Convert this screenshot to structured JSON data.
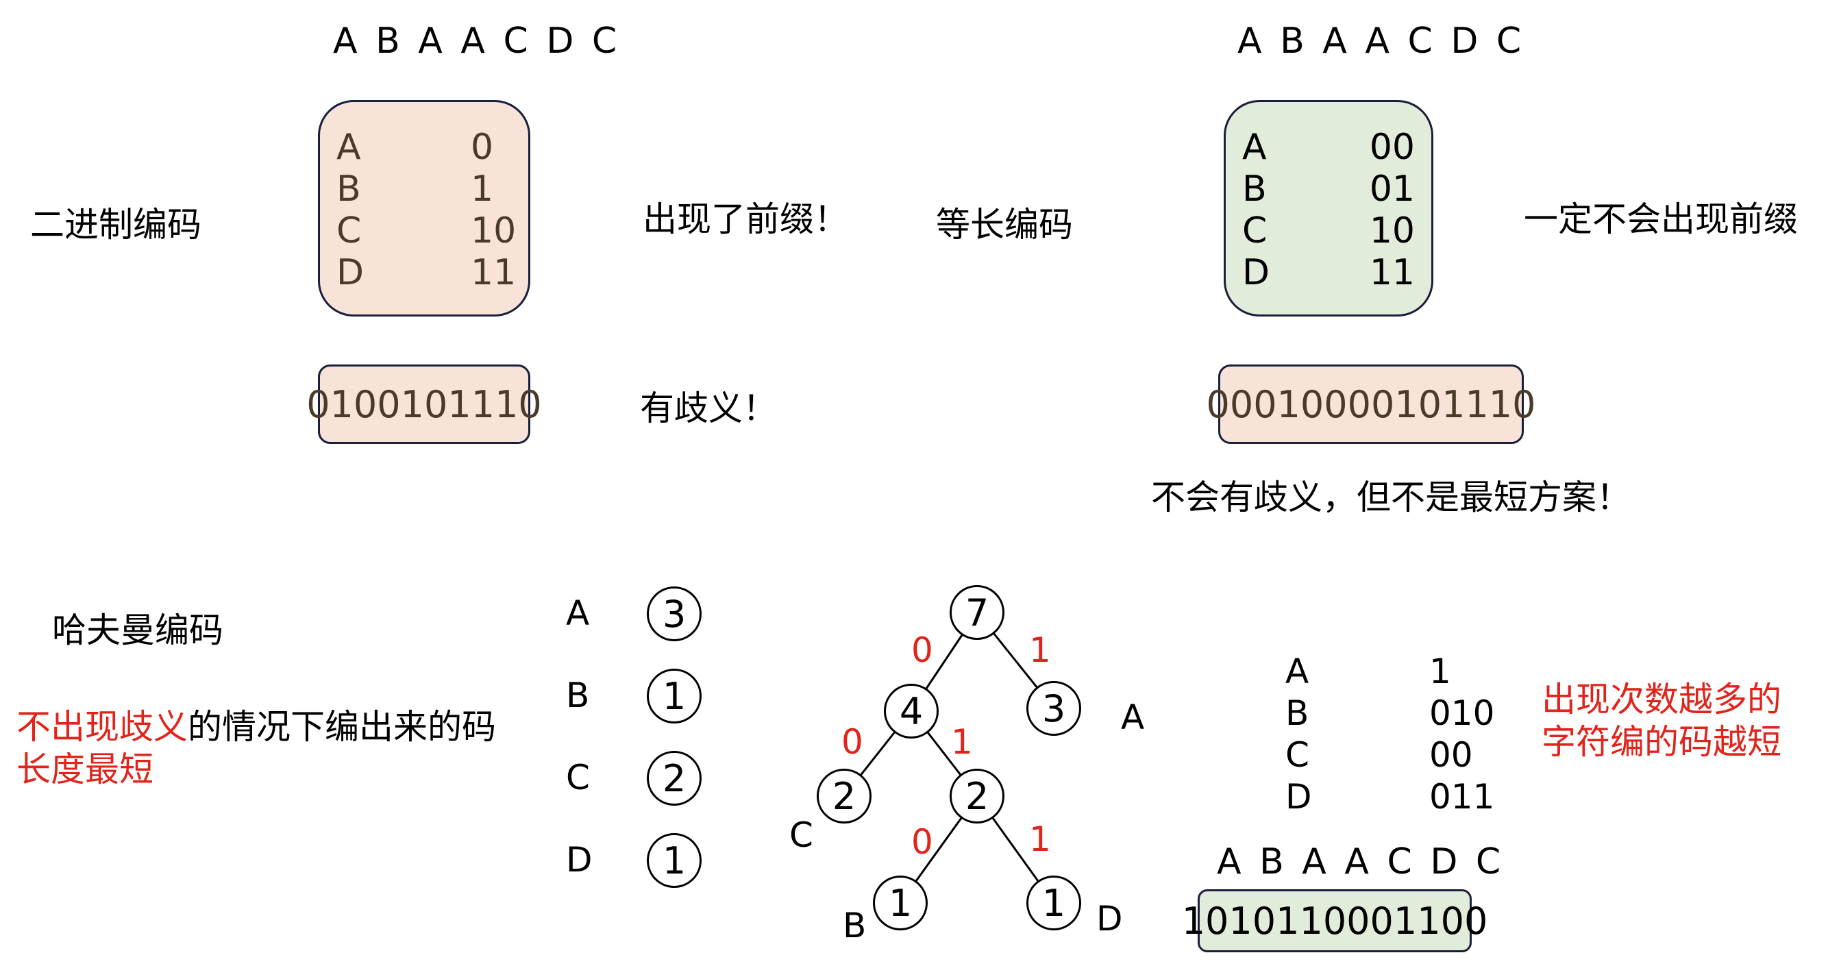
{
  "binary": {
    "sequence": "A B A A C D C",
    "title": "二进制编码",
    "codes": [
      {
        "symbol": "A",
        "code": "0"
      },
      {
        "symbol": "B",
        "code": "1"
      },
      {
        "symbol": "C",
        "code": "10"
      },
      {
        "symbol": "D",
        "code": "11"
      }
    ],
    "remark": "出现了前缀！",
    "encoded": "0100101110",
    "encoded_remark": "有歧义！",
    "colors": {
      "box_fill": "#f7e3d8",
      "box_border": "#1a1f3d"
    }
  },
  "fixed_length": {
    "sequence": "A B A A C D C",
    "title": "等长编码",
    "codes": [
      {
        "symbol": "A",
        "code": "00"
      },
      {
        "symbol": "B",
        "code": "01"
      },
      {
        "symbol": "C",
        "code": "10"
      },
      {
        "symbol": "D",
        "code": "11"
      }
    ],
    "remark": "一定不会出现前缀",
    "encoded": "00010000101110",
    "encoded_remark": "不会有歧义，但不是最短方案！",
    "colors": {
      "box_fill": "#e2ecda",
      "encoded_fill": "#f7e3d8"
    }
  },
  "huffman": {
    "title": "哈夫曼编码",
    "note_red_1": "不出现歧义",
    "note_black": "的情况下编出来的码",
    "note_red_2": "长度最短",
    "frequencies": [
      {
        "symbol": "A",
        "count": "3"
      },
      {
        "symbol": "B",
        "count": "1"
      },
      {
        "symbol": "C",
        "count": "2"
      },
      {
        "symbol": "D",
        "count": "1"
      }
    ],
    "tree": {
      "nodes": [
        {
          "id": "root",
          "value": "7"
        },
        {
          "id": "n4",
          "value": "4"
        },
        {
          "id": "leafA",
          "value": "3",
          "symbol": "A"
        },
        {
          "id": "leafC",
          "value": "2",
          "symbol": "C"
        },
        {
          "id": "n2",
          "value": "2"
        },
        {
          "id": "leafB",
          "value": "1",
          "symbol": "B"
        },
        {
          "id": "leafD",
          "value": "1",
          "symbol": "D"
        }
      ],
      "edges": [
        {
          "from": "root",
          "to": "n4",
          "bit": "0"
        },
        {
          "from": "root",
          "to": "leafA",
          "bit": "1"
        },
        {
          "from": "n4",
          "to": "leafC",
          "bit": "0"
        },
        {
          "from": "n4",
          "to": "n2",
          "bit": "1"
        },
        {
          "from": "n2",
          "to": "leafB",
          "bit": "0"
        },
        {
          "from": "n2",
          "to": "leafD",
          "bit": "1"
        }
      ]
    },
    "codes": [
      {
        "symbol": "A",
        "code": "1"
      },
      {
        "symbol": "B",
        "code": "010"
      },
      {
        "symbol": "C",
        "code": "00"
      },
      {
        "symbol": "D",
        "code": "011"
      }
    ],
    "remark_line1": "出现次数越多的",
    "remark_line2": "字符编的码越短",
    "sequence": "A B A A C D C",
    "encoded": "1010110001100",
    "colors": {
      "edge_bit": "#e2231a",
      "encoded_fill": "#e2ecda",
      "highlight": "#e2231a"
    }
  }
}
